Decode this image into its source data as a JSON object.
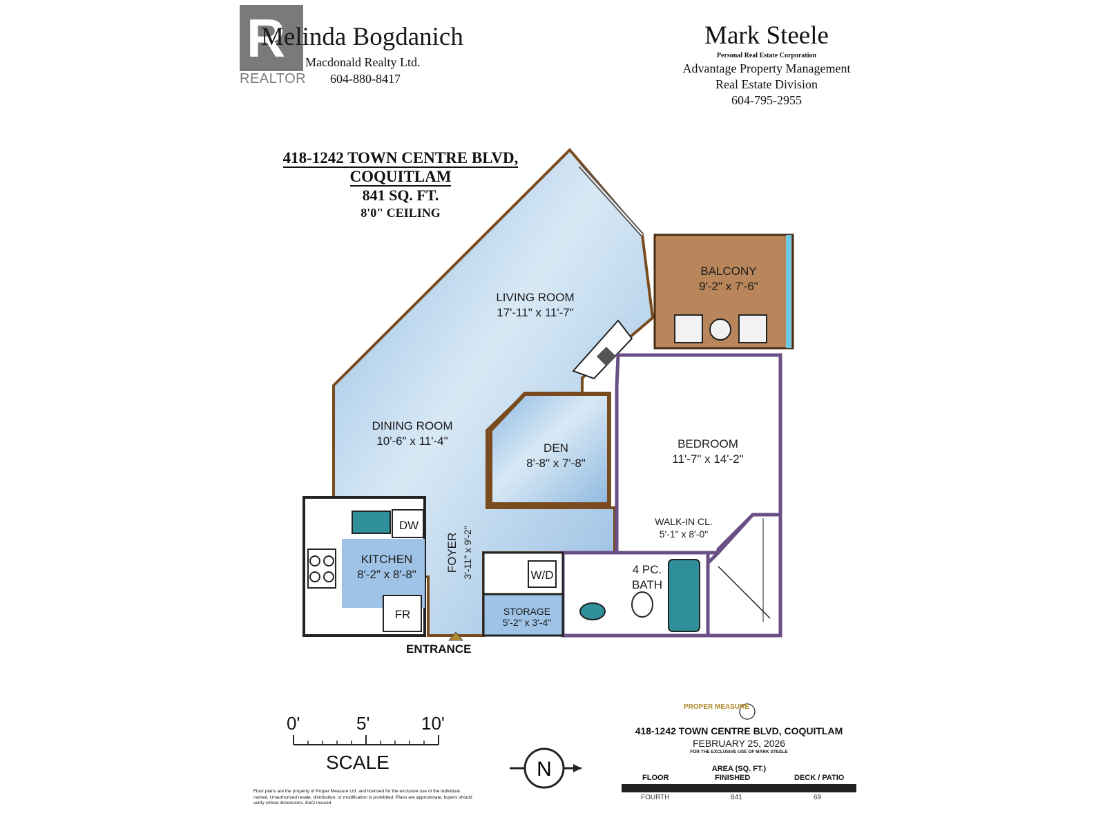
{
  "realtor": {
    "logo_text": "REALTOR",
    "logo_letter": "R",
    "name": "Melinda Bogdanich",
    "company": "Macdonald Realty Ltd.",
    "phone": "604-880-8417"
  },
  "agent2": {
    "name": "Mark Steele",
    "corporation": "Personal Real Estate Corporation",
    "company": "Advantage Property Management",
    "division": "Real Estate Division",
    "phone": "604-795-2955"
  },
  "property": {
    "address_line1": "418-1242 TOWN CENTRE BLVD,",
    "address_line2": "COQUITLAM",
    "area": "841 SQ. FT.",
    "ceiling": "8'0\" CEILING"
  },
  "rooms": {
    "living": {
      "name": "LIVING ROOM",
      "size": "17'-11\" x 11'-7\""
    },
    "balcony": {
      "name": "BALCONY",
      "size": "9'-2\" x 7'-6\""
    },
    "dining": {
      "name": "DINING ROOM",
      "size": "10'-6\" x 11'-4\""
    },
    "den": {
      "name": "DEN",
      "size": "8'-8\" x 7'-8\""
    },
    "bedroom": {
      "name": "BEDROOM",
      "size": "11'-7\" x 14'-2\""
    },
    "walkin": {
      "name": "WALK-IN CL.",
      "size": "5'-1\" x 8'-0\""
    },
    "kitchen": {
      "name": "KITCHEN",
      "size": "8'-2\" x 8'-8\""
    },
    "foyer": {
      "name": "FOYER",
      "size": "3'-11\" x 9'-2\""
    },
    "bath": {
      "name_line1": "4 PC.",
      "name_line2": "BATH"
    },
    "storage": {
      "name": "STORAGE",
      "size": "5'-2\" x 3'-4\""
    }
  },
  "fixtures": {
    "dishwasher": "DW",
    "washer_dryer": "W/D",
    "fridge": "FR"
  },
  "entrance": "ENTRANCE",
  "scale": {
    "label": "SCALE",
    "ticks": [
      "0'",
      "5'",
      "10'"
    ]
  },
  "north": "N",
  "disclaimer": "Floor plans are the property of Proper Measure Ltd. and licensed for the exclusive use of the individual named. Unauthorized resale, distribution, or modification is prohibited. Plans are approximate; buyers should verify critical dimensions. E&O insured",
  "proper_measure": {
    "logo_name": "PROPER MEASURE",
    "address": "418-1242 TOWN CENTRE BLVD, COQUITLAM",
    "date": "FEBRUARY 25, 2026",
    "note": "FOR THE EXCLUSIVE USE OF MARK STEELE",
    "area_heading": "AREA (SQ. FT.)",
    "columns": [
      "FLOOR",
      "FINISHED",
      "DECK / PATIO"
    ],
    "row": {
      "floor": "FOURTH",
      "finished": "841",
      "deck": "69"
    }
  },
  "colors": {
    "interior_blue": "#9ec3e6",
    "balcony_tan": "#b8865a",
    "wall_brown": "#7a4b1e",
    "wall_purple": "#6a4f86",
    "fixture_teal": "#2f8f9a"
  }
}
